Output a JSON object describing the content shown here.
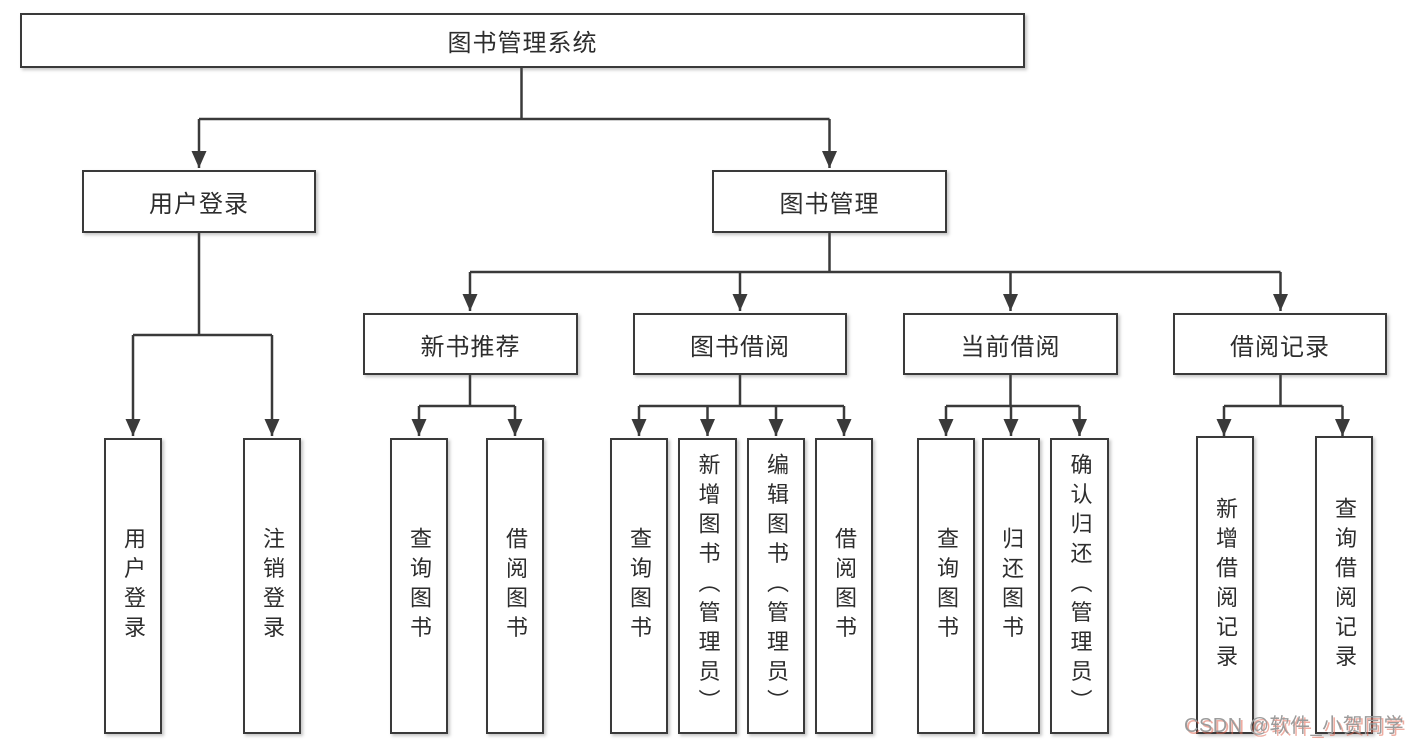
{
  "diagram": {
    "title": "图书管理系统",
    "nodes": {
      "root": "图书管理系统",
      "user_login": "用户登录",
      "book_mgmt": "图书管理",
      "new_book": "新书推荐",
      "book_borrow": "图书借阅",
      "current_borrow": "当前借阅",
      "borrow_record": "借阅记录"
    },
    "leaves": {
      "user_login": [
        "用户登录",
        "注销登录"
      ],
      "new_book": [
        "查询图书",
        "借阅图书"
      ],
      "book_borrow": [
        "查询图书",
        "新增图书（管理员）",
        "编辑图书（管理员）",
        "借阅图书"
      ],
      "current_borrow": [
        "查询图书",
        "归还图书",
        "确认归还（管理员）"
      ],
      "borrow_record": [
        "新增借阅记录",
        "查询借阅记录"
      ]
    },
    "watermark": "CSDN @软件_小贺同学",
    "colors": {
      "line": "#3a3a3a",
      "box_border": "#3a3a3a",
      "box_fill": "#ffffff",
      "text": "#2d2d2d",
      "watermark_gray": "#9b9b9b",
      "watermark_red": "#e06a56"
    }
  }
}
